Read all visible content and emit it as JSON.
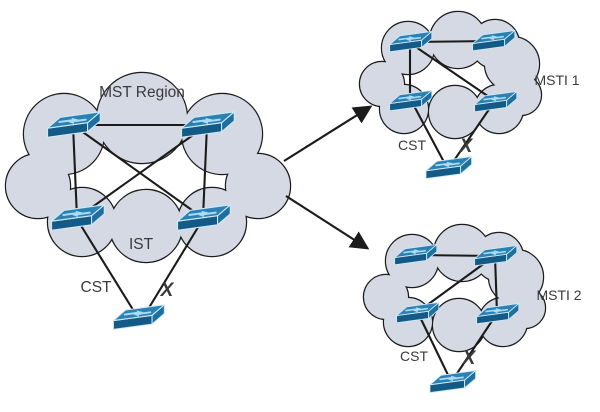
{
  "labels": {
    "region": {
      "title": "MST Region",
      "ist": "IST",
      "cst": "CST",
      "blocked": "X"
    },
    "msti1": {
      "title": "MSTI 1",
      "cst": "CST",
      "blocked": "X"
    },
    "msti2": {
      "title": "MSTI 2",
      "cst": "CST",
      "blocked": "X"
    }
  },
  "colors": {
    "background": "#ffffff",
    "cloud_fill": "#d4d9e3",
    "cloud_stroke": "#1b1b1b",
    "link": "#1b1b1b",
    "label_text": "#3a3a3a",
    "switch_top": "#2b81b4",
    "switch_front": "#135a87",
    "switch_side": "#1e6f9f",
    "switch_outline": "#cfe9f7",
    "switch_glyph": "#a9dcf2"
  },
  "topology": {
    "type": "network-topology",
    "clusters": [
      {
        "id": "mst-region",
        "label": "MST Region",
        "inner_label": "IST",
        "switch_count": 4,
        "links": [
          [
            "tl",
            "tr"
          ],
          [
            "tl",
            "bl"
          ],
          [
            "tr",
            "br"
          ],
          [
            "tl",
            "br"
          ],
          [
            "tr",
            "bl"
          ]
        ],
        "external_switch": {
          "links": [
            {
              "from": "bl",
              "label": "CST",
              "blocked": false
            },
            {
              "from": "br",
              "label": null,
              "blocked": true,
              "mark": "X"
            }
          ]
        }
      },
      {
        "id": "msti-1",
        "label": "MSTI 1",
        "switch_count": 4,
        "links": [
          [
            "tl",
            "tr"
          ],
          [
            "tl",
            "bl"
          ],
          [
            "tl",
            "br"
          ]
        ],
        "external_switch": {
          "links": [
            {
              "from": "bl",
              "label": "CST",
              "blocked": false
            },
            {
              "from": "br",
              "label": null,
              "blocked": true,
              "mark": "X"
            }
          ]
        }
      },
      {
        "id": "msti-2",
        "label": "MSTI 2",
        "switch_count": 4,
        "links": [
          [
            "tl",
            "tr"
          ],
          [
            "tr",
            "br"
          ],
          [
            "tr",
            "bl"
          ]
        ],
        "external_switch": {
          "links": [
            {
              "from": "bl",
              "label": "CST",
              "blocked": false
            },
            {
              "from": "br",
              "label": null,
              "blocked": true,
              "mark": "X"
            }
          ]
        }
      }
    ],
    "arrows": [
      {
        "from": "mst-region",
        "to": "msti-1"
      },
      {
        "from": "mst-region",
        "to": "msti-2"
      }
    ]
  }
}
